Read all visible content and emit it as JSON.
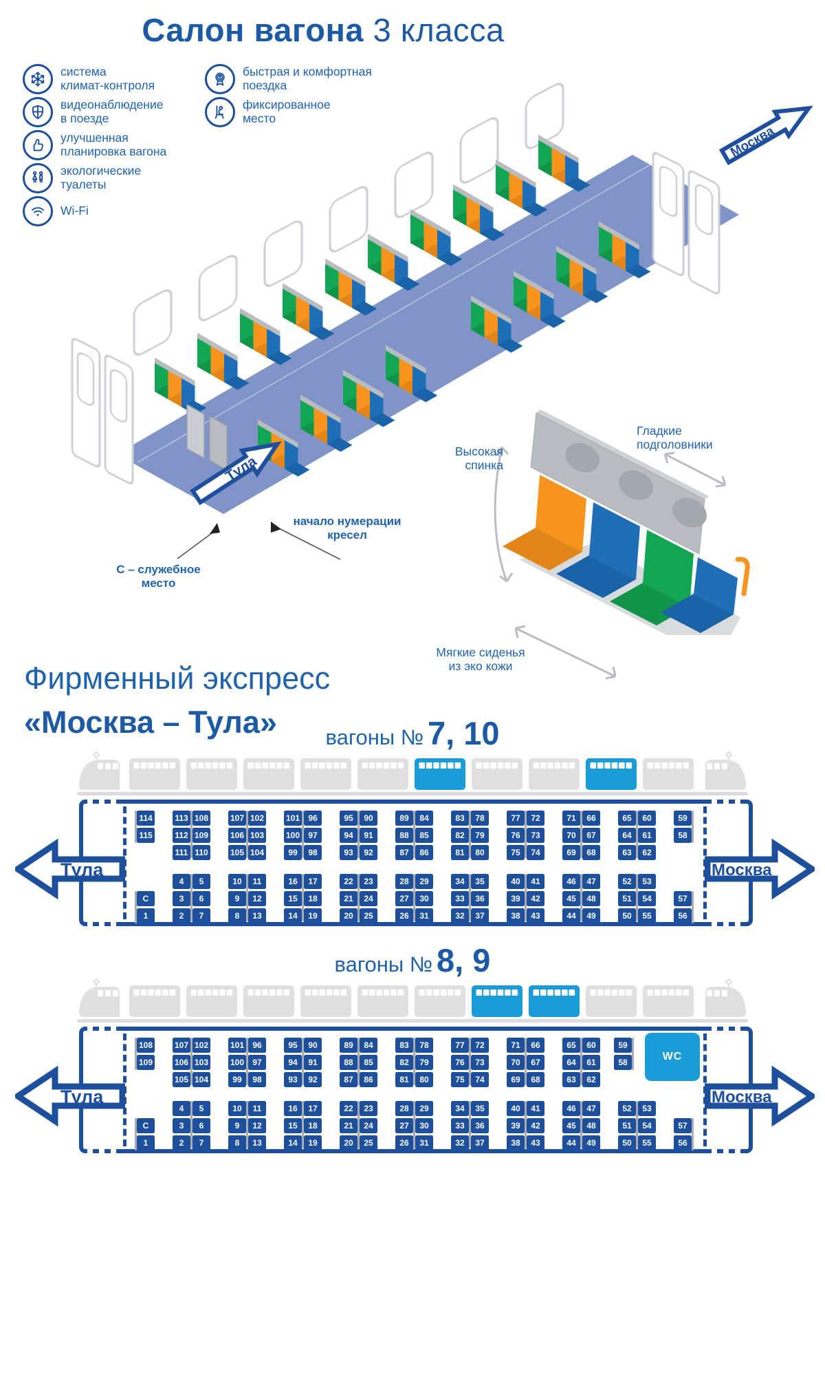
{
  "title": {
    "bold": "Салон вагона",
    "light": " 3 класса"
  },
  "features": {
    "col1": [
      {
        "icon": "snowflake-icon",
        "lines": [
          "система",
          "климат-контроля"
        ]
      },
      {
        "icon": "shield-icon",
        "lines": [
          "видеонаблюдение",
          "в поезде"
        ]
      },
      {
        "icon": "thumbs-up-icon",
        "lines": [
          "улучшенная",
          "планировка вагона"
        ]
      },
      {
        "icon": "wc-figures-icon",
        "lines": [
          "экологические",
          "туалеты"
        ]
      },
      {
        "icon": "wifi-icon",
        "lines": [
          "Wi-Fi"
        ]
      }
    ],
    "col2": [
      {
        "icon": "medal-icon",
        "lines": [
          "быстрая и комфортная",
          "поездка"
        ]
      },
      {
        "icon": "seat-person-icon",
        "lines": [
          "фиксированное",
          "место"
        ]
      }
    ]
  },
  "salon": {
    "moscow_arrow": "Москва",
    "tula_arrow": "Тула",
    "numbering_callout": [
      "начало нумерации",
      "кресел"
    ],
    "service_callout": [
      "С – служебное",
      "место"
    ]
  },
  "seat_detail": {
    "high_back": [
      "Высокая",
      "спинка"
    ],
    "headrests": [
      "Гладкие",
      "подголовники"
    ],
    "soft_seats": [
      "Мягкие сиденья",
      "из эко кожи"
    ]
  },
  "express": {
    "line1": "Фирменный экспресс",
    "line2": "«Москва – Тула»"
  },
  "wagons": [
    {
      "heading_prefix": "вагоны №",
      "heading_numbers": "7, 10",
      "tula": "Тула",
      "moscow": "Москва",
      "train_highlights": [
        5,
        8
      ],
      "top": [
        {
          "t": "s",
          "c": [
            "114",
            "115",
            ""
          ],
          "strip": "left"
        },
        {
          "t": "p",
          "r": [
            [
              "113",
              "108"
            ],
            [
              "112",
              "109"
            ],
            [
              "111",
              "110"
            ]
          ]
        },
        {
          "t": "p",
          "r": [
            [
              "107",
              "102"
            ],
            [
              "106",
              "103"
            ],
            [
              "105",
              "104"
            ]
          ]
        },
        {
          "t": "p",
          "r": [
            [
              "101",
              "96"
            ],
            [
              "100",
              "97"
            ],
            [
              "99",
              "98"
            ]
          ]
        },
        {
          "t": "p",
          "r": [
            [
              "95",
              "90"
            ],
            [
              "94",
              "91"
            ],
            [
              "93",
              "92"
            ]
          ]
        },
        {
          "t": "p",
          "r": [
            [
              "89",
              "84"
            ],
            [
              "88",
              "85"
            ],
            [
              "87",
              "86"
            ]
          ]
        },
        {
          "t": "p",
          "r": [
            [
              "83",
              "78"
            ],
            [
              "82",
              "79"
            ],
            [
              "81",
              "80"
            ]
          ]
        },
        {
          "t": "p",
          "r": [
            [
              "77",
              "72"
            ],
            [
              "76",
              "73"
            ],
            [
              "75",
              "74"
            ]
          ]
        },
        {
          "t": "p",
          "r": [
            [
              "71",
              "66"
            ],
            [
              "70",
              "67"
            ],
            [
              "69",
              "68"
            ]
          ]
        },
        {
          "t": "p",
          "r": [
            [
              "65",
              "60"
            ],
            [
              "64",
              "61"
            ],
            [
              "63",
              "62"
            ]
          ]
        },
        {
          "t": "s",
          "c": [
            "59",
            "58",
            ""
          ],
          "strip": "right"
        }
      ],
      "bottom": [
        {
          "t": "s",
          "c": [
            "",
            "С",
            "1"
          ],
          "strip": "left"
        },
        {
          "t": "p",
          "r": [
            [
              "4",
              "5"
            ],
            [
              "3",
              "6"
            ],
            [
              "2",
              "7"
            ]
          ]
        },
        {
          "t": "p",
          "r": [
            [
              "10",
              "11"
            ],
            [
              "9",
              "12"
            ],
            [
              "8",
              "13"
            ]
          ]
        },
        {
          "t": "p",
          "r": [
            [
              "16",
              "17"
            ],
            [
              "15",
              "18"
            ],
            [
              "14",
              "19"
            ]
          ]
        },
        {
          "t": "p",
          "r": [
            [
              "22",
              "23"
            ],
            [
              "21",
              "24"
            ],
            [
              "20",
              "25"
            ]
          ]
        },
        {
          "t": "p",
          "r": [
            [
              "28",
              "29"
            ],
            [
              "27",
              "30"
            ],
            [
              "26",
              "31"
            ]
          ]
        },
        {
          "t": "p",
          "r": [
            [
              "34",
              "35"
            ],
            [
              "33",
              "36"
            ],
            [
              "32",
              "37"
            ]
          ]
        },
        {
          "t": "p",
          "r": [
            [
              "40",
              "41"
            ],
            [
              "39",
              "42"
            ],
            [
              "38",
              "43"
            ]
          ]
        },
        {
          "t": "p",
          "r": [
            [
              "46",
              "47"
            ],
            [
              "45",
              "48"
            ],
            [
              "44",
              "49"
            ]
          ]
        },
        {
          "t": "p",
          "r": [
            [
              "52",
              "53"
            ],
            [
              "51",
              "54"
            ],
            [
              "50",
              "55"
            ]
          ]
        },
        {
          "t": "s",
          "c": [
            "",
            "57",
            "56"
          ],
          "strip": "right"
        }
      ]
    },
    {
      "heading_prefix": "вагоны №",
      "heading_numbers": "8, 9",
      "tula": "Тула",
      "moscow": "Москва",
      "wc_label": "WC",
      "train_highlights": [
        6,
        7
      ],
      "top": [
        {
          "t": "s",
          "c": [
            "108",
            "109",
            ""
          ],
          "strip": "left"
        },
        {
          "t": "p",
          "r": [
            [
              "107",
              "102"
            ],
            [
              "106",
              "103"
            ],
            [
              "105",
              "104"
            ]
          ]
        },
        {
          "t": "p",
          "r": [
            [
              "101",
              "96"
            ],
            [
              "100",
              "97"
            ],
            [
              "99",
              "98"
            ]
          ]
        },
        {
          "t": "p",
          "r": [
            [
              "95",
              "90"
            ],
            [
              "94",
              "91"
            ],
            [
              "93",
              "92"
            ]
          ]
        },
        {
          "t": "p",
          "r": [
            [
              "89",
              "84"
            ],
            [
              "88",
              "85"
            ],
            [
              "87",
              "86"
            ]
          ]
        },
        {
          "t": "p",
          "r": [
            [
              "83",
              "78"
            ],
            [
              "82",
              "79"
            ],
            [
              "81",
              "80"
            ]
          ]
        },
        {
          "t": "p",
          "r": [
            [
              "77",
              "72"
            ],
            [
              "76",
              "73"
            ],
            [
              "75",
              "74"
            ]
          ]
        },
        {
          "t": "p",
          "r": [
            [
              "71",
              "66"
            ],
            [
              "70",
              "67"
            ],
            [
              "69",
              "68"
            ]
          ]
        },
        {
          "t": "p",
          "r": [
            [
              "65",
              "60"
            ],
            [
              "64",
              "61"
            ],
            [
              "63",
              "62"
            ]
          ]
        },
        {
          "t": "s",
          "c": [
            "59",
            "58",
            ""
          ],
          "strip": "right",
          "gapBefore": 20
        },
        {
          "t": "wc",
          "label": "WC",
          "gapBefore": 16
        }
      ],
      "bottom": [
        {
          "t": "s",
          "c": [
            "",
            "С",
            "1"
          ],
          "strip": "left"
        },
        {
          "t": "p",
          "r": [
            [
              "4",
              "5"
            ],
            [
              "3",
              "6"
            ],
            [
              "2",
              "7"
            ]
          ]
        },
        {
          "t": "p",
          "r": [
            [
              "10",
              "11"
            ],
            [
              "9",
              "12"
            ],
            [
              "8",
              "13"
            ]
          ]
        },
        {
          "t": "p",
          "r": [
            [
              "16",
              "17"
            ],
            [
              "15",
              "18"
            ],
            [
              "14",
              "19"
            ]
          ]
        },
        {
          "t": "p",
          "r": [
            [
              "22",
              "23"
            ],
            [
              "21",
              "24"
            ],
            [
              "20",
              "25"
            ]
          ]
        },
        {
          "t": "p",
          "r": [
            [
              "28",
              "29"
            ],
            [
              "27",
              "30"
            ],
            [
              "26",
              "31"
            ]
          ]
        },
        {
          "t": "p",
          "r": [
            [
              "34",
              "35"
            ],
            [
              "33",
              "36"
            ],
            [
              "32",
              "37"
            ]
          ]
        },
        {
          "t": "p",
          "r": [
            [
              "40",
              "41"
            ],
            [
              "39",
              "42"
            ],
            [
              "38",
              "43"
            ]
          ]
        },
        {
          "t": "p",
          "r": [
            [
              "46",
              "47"
            ],
            [
              "45",
              "48"
            ],
            [
              "44",
              "49"
            ]
          ]
        },
        {
          "t": "p",
          "r": [
            [
              "52",
              "53"
            ],
            [
              "51",
              "54"
            ],
            [
              "50",
              "55"
            ]
          ]
        },
        {
          "t": "s",
          "c": [
            "",
            "57",
            "56"
          ],
          "strip": "right"
        }
      ]
    }
  ],
  "colors": {
    "primary": "#1d4f9d",
    "text_blue": "#2063ad",
    "accent_light_blue": "#1b9cd8",
    "seat_orange": "#f7941e",
    "seat_blue": "#1f6fb8",
    "seat_green": "#13a654",
    "floor": "#8094c8",
    "pictogram_gray": "#e0e0e0"
  }
}
